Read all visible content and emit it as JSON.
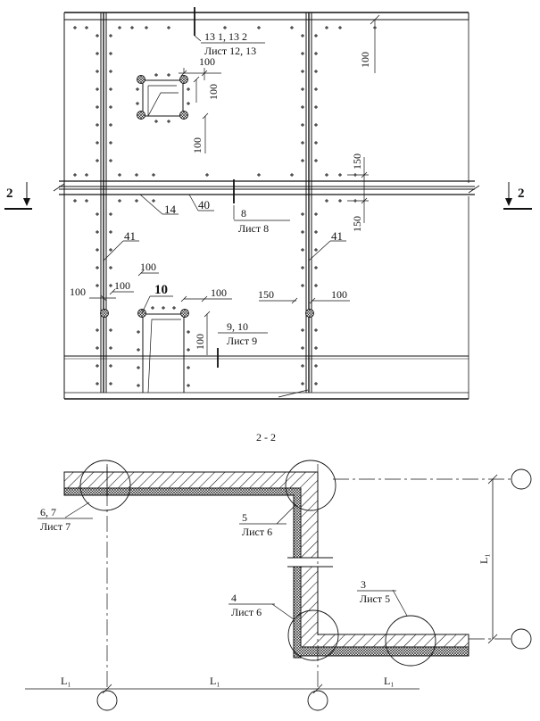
{
  "elevation": {
    "callout_13": {
      "line1": "13 1, 13 2",
      "line2": "Лист 12, 13"
    },
    "callout_8": {
      "line1": "8",
      "line2": "Лист 8"
    },
    "callout_9_10": {
      "line1": "9, 10",
      "line2": "Лист 9"
    },
    "label_14": "14",
    "label_40": "40",
    "label_41_left": "41",
    "label_41_right": "41",
    "label_10": "10",
    "section_mark_left": "2",
    "section_mark_right": "2",
    "dims": {
      "d100_right_top": "100",
      "d100_window_top": "100",
      "d100_window_side": "100",
      "d100_window_below": "100",
      "d150_right_upper": "150",
      "d150_right_lower": "150",
      "d100_door_top": "100",
      "d100_left": "100",
      "d100_left2": "100",
      "d100_door_right": "100",
      "d150_mid": "150",
      "d100_right": "100",
      "d100_door_side": "100"
    }
  },
  "section": {
    "title": "2 - 2",
    "callout_6_7": {
      "line1": "6, 7",
      "line2": "Лист 7"
    },
    "callout_5": {
      "line1": "5",
      "line2": "Лист 6"
    },
    "callout_4": {
      "line1": "4",
      "line2": "Лист 6"
    },
    "callout_3": {
      "line1": "3",
      "line2": "Лист 5"
    },
    "L1_vertical": "L₁",
    "L1_left": "L₁",
    "L1_mid": "L₁",
    "L1_right": "L₁"
  }
}
